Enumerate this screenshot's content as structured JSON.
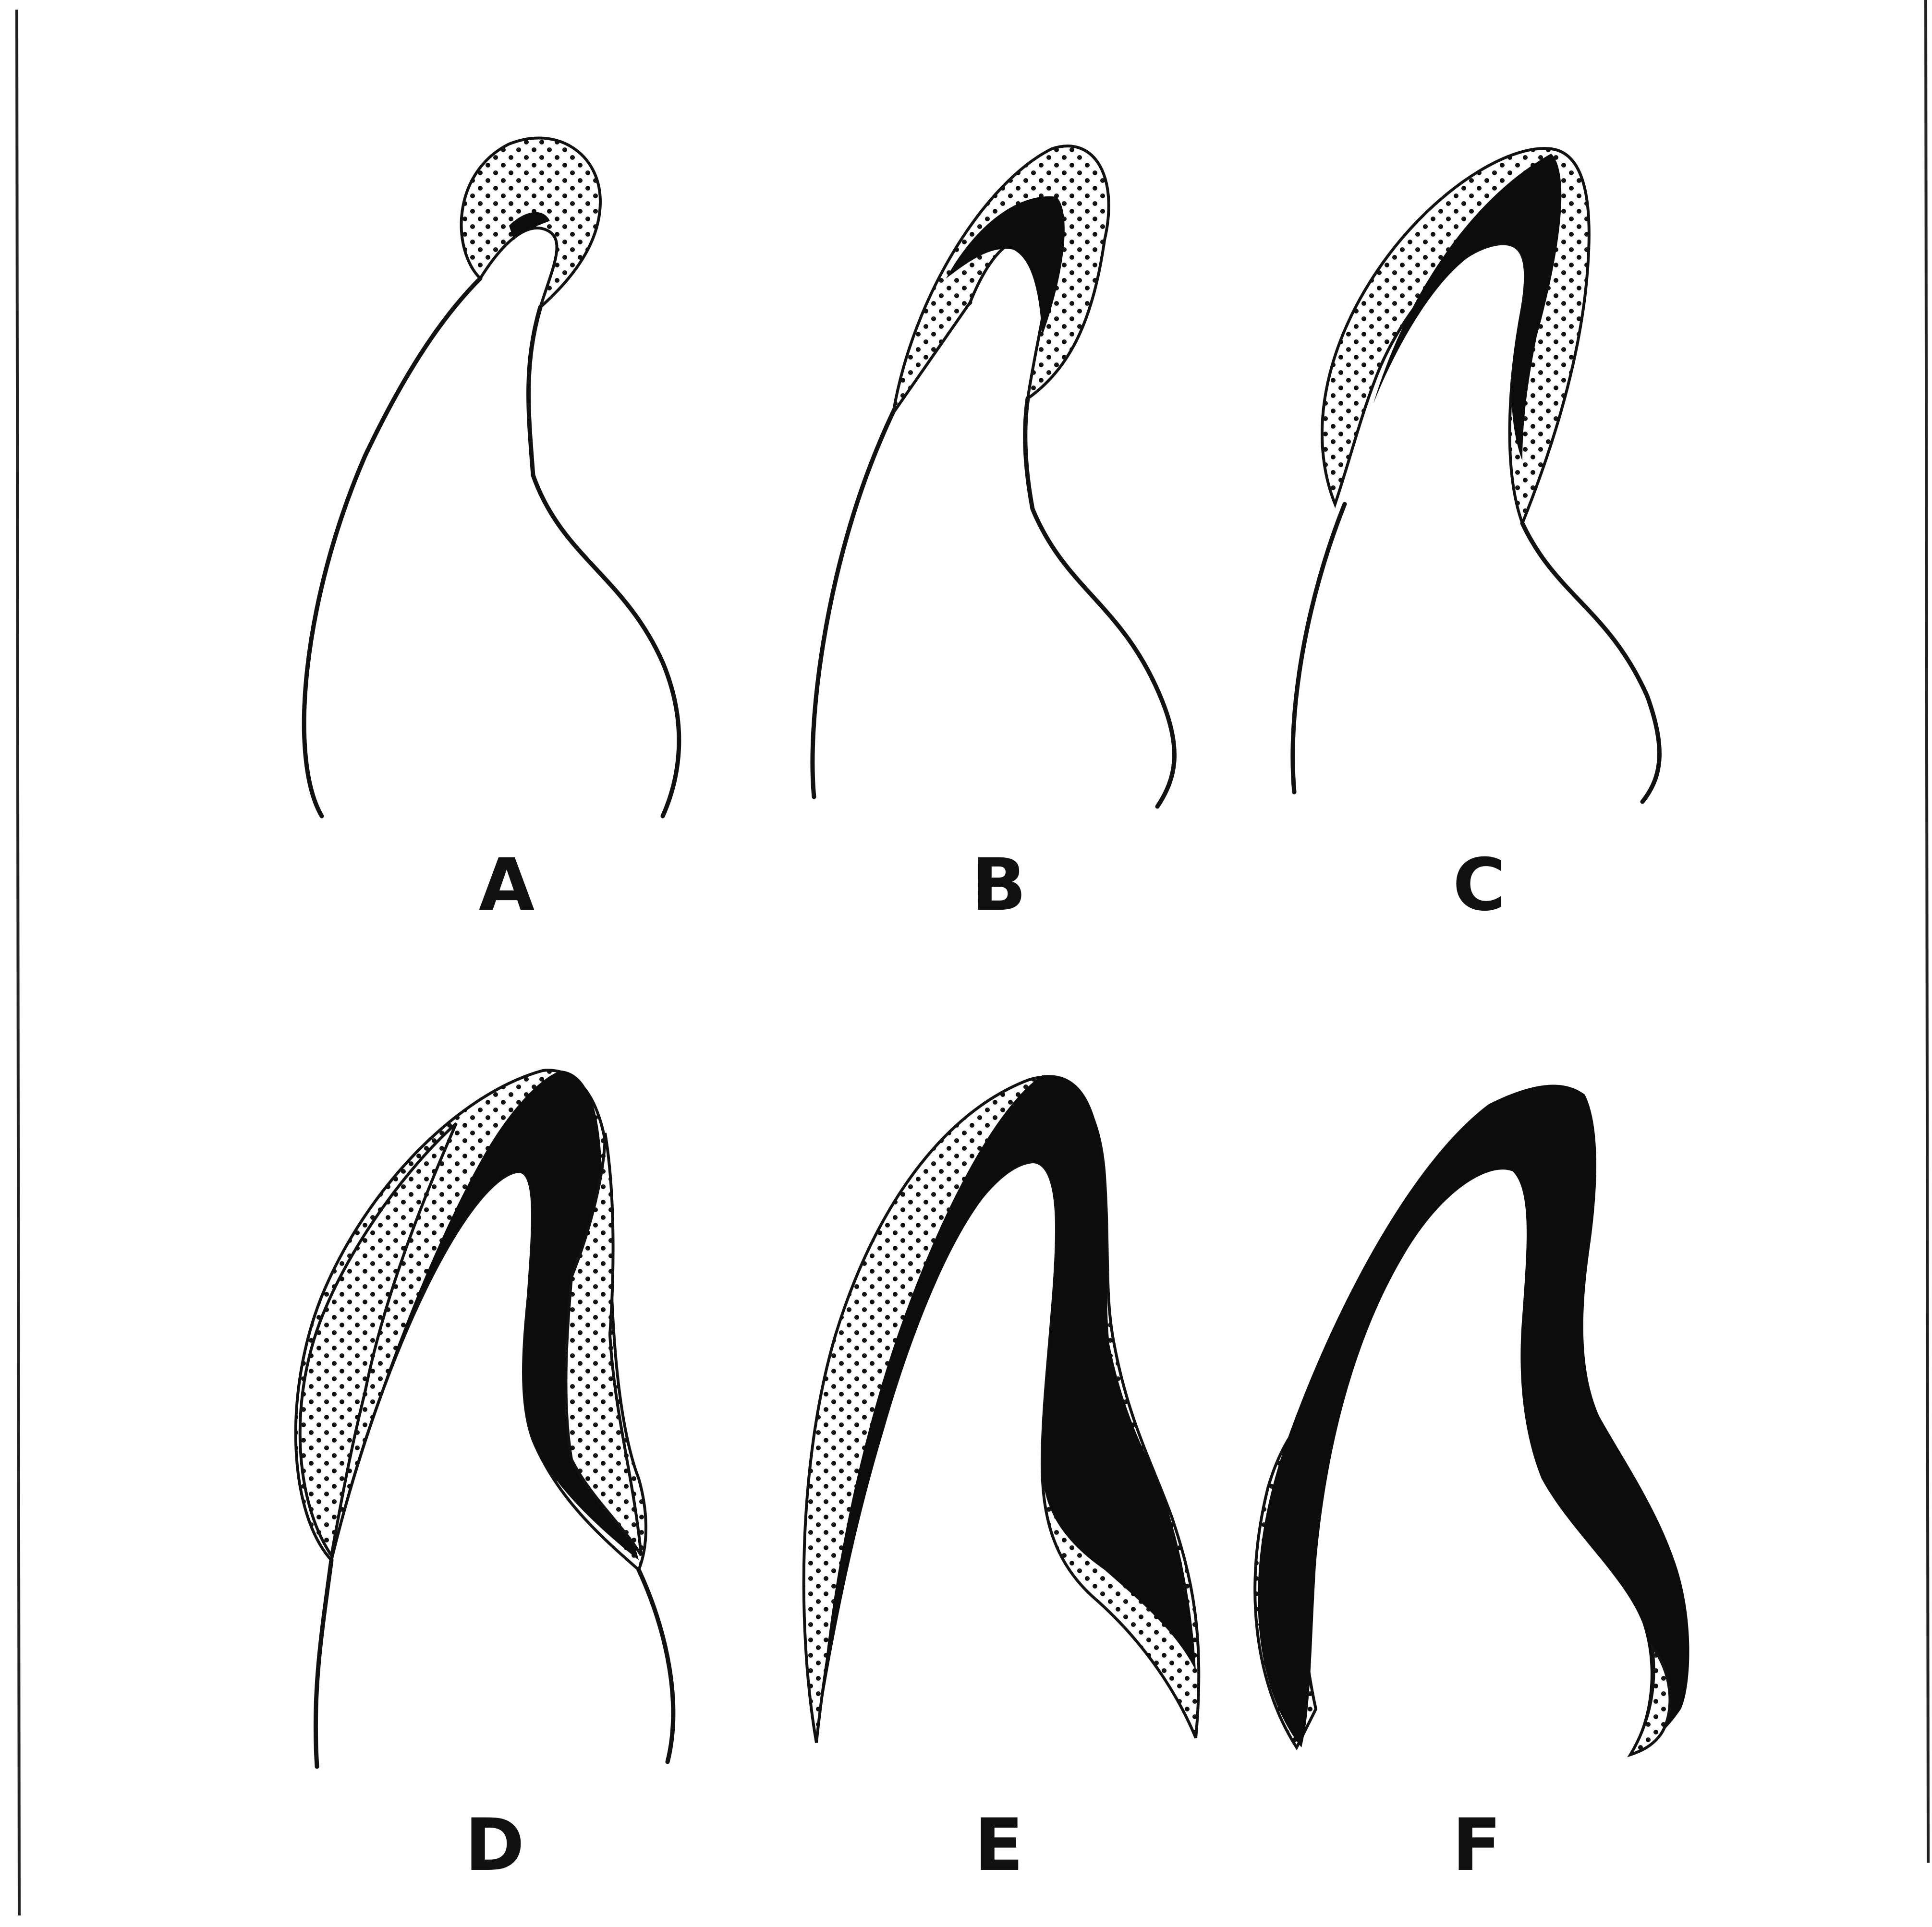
{
  "panels": [
    {
      "id": "A",
      "label": "A"
    },
    {
      "id": "B",
      "label": "B"
    },
    {
      "id": "C",
      "label": "C"
    },
    {
      "id": "D",
      "label": "D"
    },
    {
      "id": "E",
      "label": "E"
    },
    {
      "id": "F",
      "label": "F"
    }
  ],
  "legend": {
    "stippled_meaning": "",
    "solid_meaning": ""
  },
  "colors": {
    "ink": "#111111",
    "background": "#ffffff"
  }
}
